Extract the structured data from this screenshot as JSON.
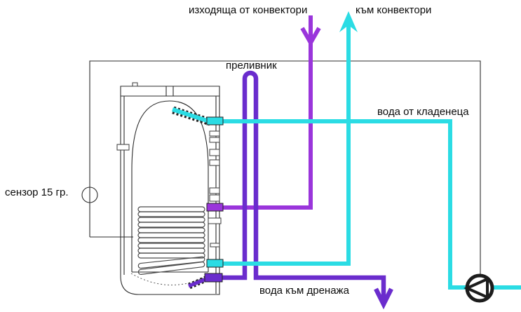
{
  "labels": {
    "outgoing_from_convectors": "изходяща от конвектори",
    "to_convectors": "към конвектори",
    "overflow": "преливник",
    "water_from_well": "вода от кладенеца",
    "sensor_15_deg": "сензор 15 гр.",
    "water_to_drain": "вода към дренажа"
  },
  "arrows": {
    "outgoing_from_convectors": "down",
    "to_convectors": "up",
    "water_to_drain": "down"
  },
  "icons": {
    "pump": "pump-circulator-icon",
    "sensor": "sensor-bulb-icon",
    "tank": "buffer-tank-with-coil"
  },
  "colors": {
    "pipe_cyan": "#2bdce4",
    "pipe_purple": "#9a35db",
    "pipe_purple_dark": "#6a2ccd",
    "line_black": "#1c1c1c",
    "background": "#ffffff"
  }
}
